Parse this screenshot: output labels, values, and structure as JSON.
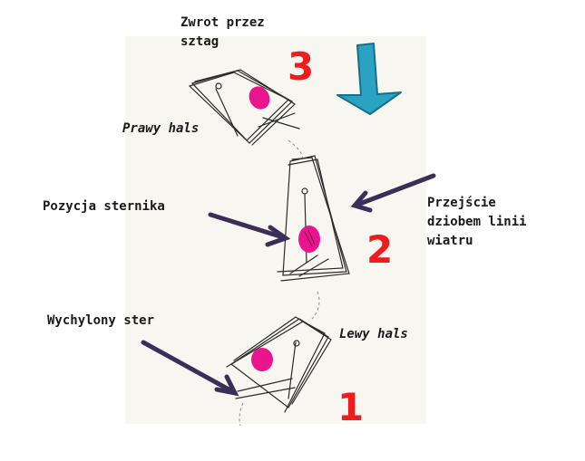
{
  "labels": {
    "tack_title_1": "Zwrot przez",
    "tack_title_2": "sztag",
    "starboard_tack": "Prawy hals",
    "helmsman_position": "Pozycja sternika",
    "crossing_1": "Przejście",
    "crossing_2": "dziobem linii",
    "crossing_3": "wiatru",
    "deflected_rudder": "Wychylony ster",
    "port_tack": "Lewy hals"
  },
  "steps": [
    "1",
    "2",
    "3"
  ],
  "colors": {
    "step_number": "#ee1c1c",
    "helmsman": "#e8158e",
    "pointer_arrow": "#3b2f5a",
    "wind_arrow": "#2aa3c2",
    "paper": "#f8f6f0",
    "sketch": "#2b2b2b"
  },
  "icons": {
    "wind": "wind-direction-arrow-icon"
  }
}
